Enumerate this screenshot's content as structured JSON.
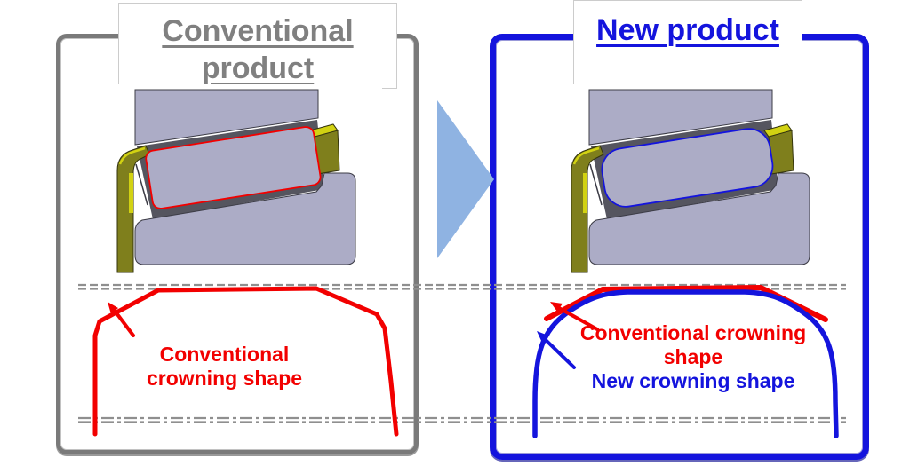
{
  "diagram": {
    "left_panel": {
      "title": "Conventional product",
      "crowning_label": "Conventional crowning shape"
    },
    "right_panel": {
      "title": "New product",
      "conventional_crowning_label": "Conventional crowning shape",
      "new_crowning_label": "New crowning shape"
    },
    "icons": {
      "transition_arrow": "right-arrow-icon"
    }
  },
  "colors": {
    "gray_border": "#7a7a7a",
    "gray_title": "#808080",
    "blue": "#1414dd",
    "red": "#f20000",
    "arrow_fill": "#8fb3e2",
    "lavender": "#acacc6",
    "lavender_edge": "#3c3c46",
    "gap_dark": "#55555f",
    "yellow_bright": "#d2d212",
    "yellow_dark": "#7f7f1c",
    "centerline": "#8f8f8f"
  }
}
